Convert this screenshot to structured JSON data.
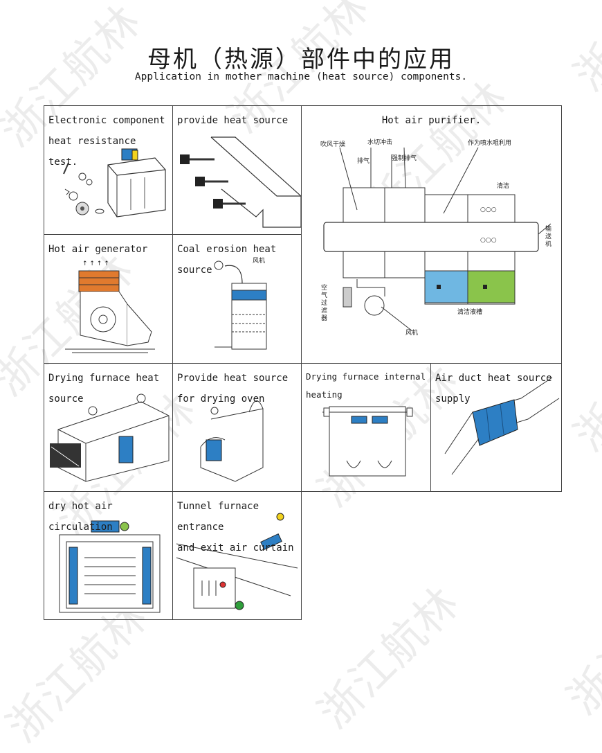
{
  "title_zh": "母机（热源）部件中的应用",
  "title_en": "Application in mother machine (heat source) components.",
  "watermark": "浙江航林",
  "colors": {
    "blue": "#2d7fc4",
    "orange": "#e07a2e",
    "green": "#8ac44b",
    "lightblue": "#6fb7e2",
    "yellow": "#f2d21e"
  },
  "cells": [
    {
      "id": "electronic",
      "label": "Electronic component\nheat resistance test."
    },
    {
      "id": "heat-source",
      "label": "provide heat source"
    },
    {
      "id": "purifier",
      "label": "Hot air purifier.",
      "labels_zh": {
        "blow_dry": "吹风干燥",
        "water_cut": "水切冲击",
        "exhaust": "排气",
        "forced_exhaust": "强制排气",
        "nozzle": "作为喷水咀利用",
        "clean": "清洁",
        "conveyor": "输\n送\n机",
        "air_filter": "空\n气\n过\n滤\n器",
        "fan": "风机",
        "clean_tank": "清洁液槽"
      }
    },
    {
      "id": "hot-air-gen",
      "label": "Hot air generator"
    },
    {
      "id": "coal",
      "label": "Coal erosion heat\nsource",
      "labels_zh": {
        "fan": "风机"
      }
    },
    {
      "id": "dry-furnace",
      "label": "Drying furnace heat\nsource"
    },
    {
      "id": "dry-oven",
      "label": "Provide heat source\nfor drying oven"
    },
    {
      "id": "furnace-internal",
      "label": "Drying furnace internal\nheating"
    },
    {
      "id": "air-duct",
      "label": "Air duct heat source\nsupply"
    },
    {
      "id": "circulation",
      "label": "dry hot air circulation"
    },
    {
      "id": "tunnel",
      "label": "Tunnel furnace entrance\nand exit air curtain"
    }
  ]
}
